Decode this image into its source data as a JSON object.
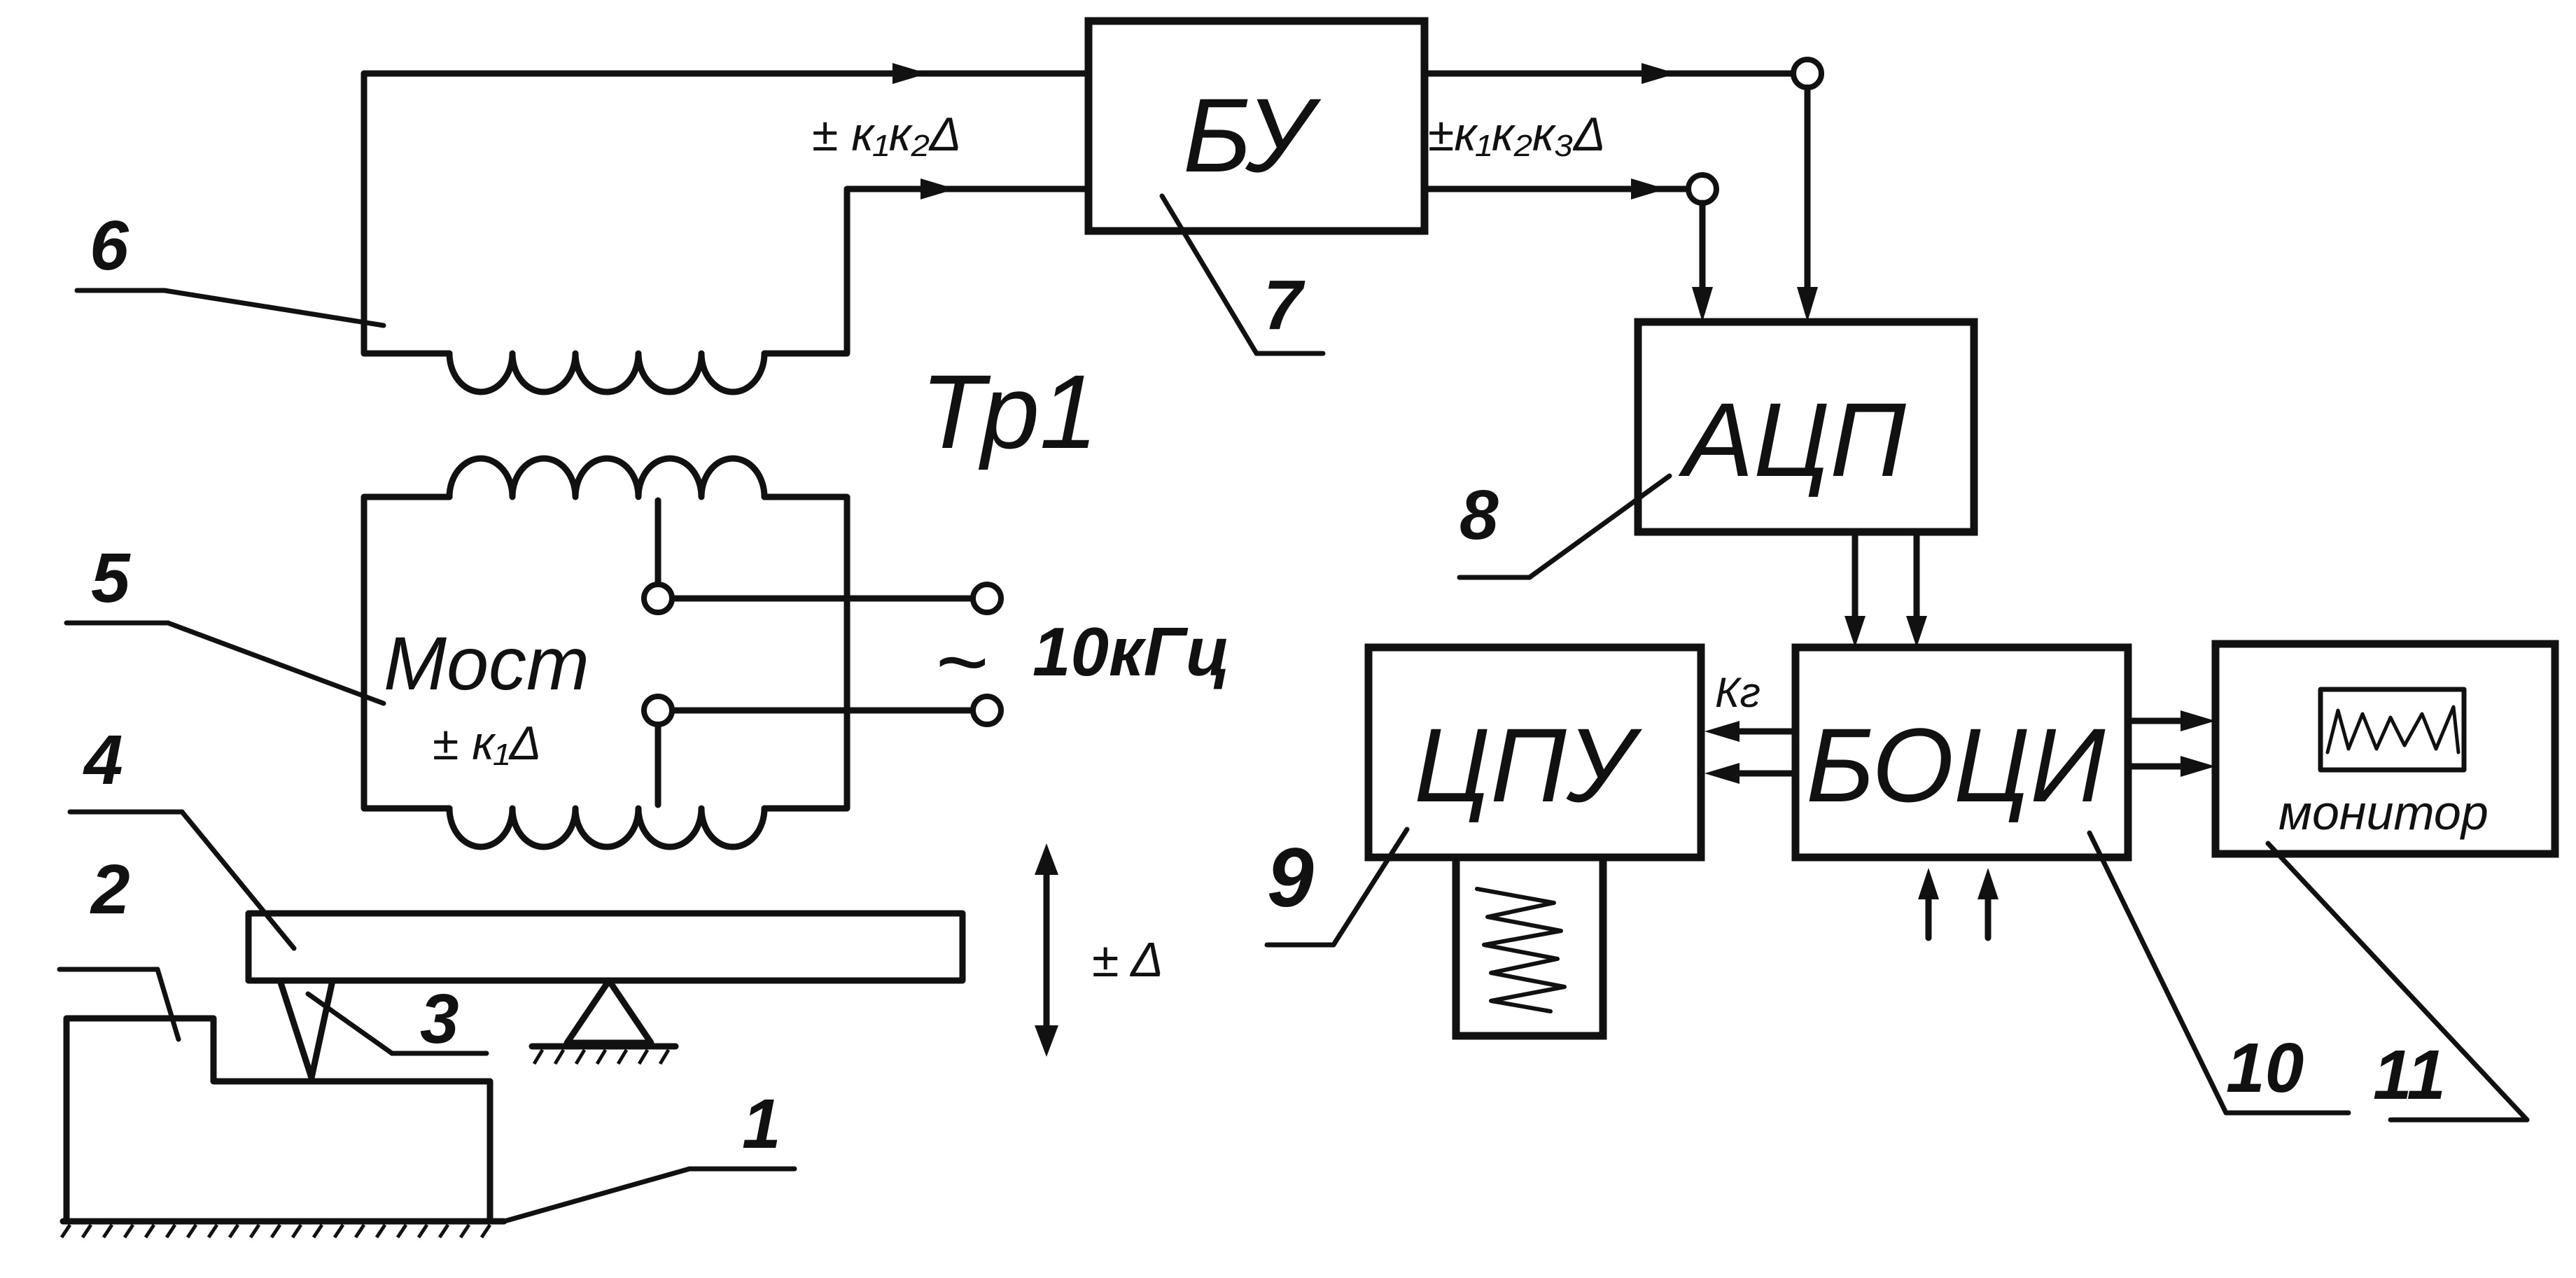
{
  "blocks": {
    "bu": "БУ",
    "adc": "АЦП",
    "cpu": "ЦПУ",
    "boci": "БОЦИ",
    "monitor": "монитор",
    "transformer": "Тр1",
    "bridge": "Мост"
  },
  "signals": {
    "bu_in": "± к₁к₂Δ",
    "bu_out": "±к₁к₂к₃Δ",
    "bridge_out": "± к₁Δ",
    "supply": "~",
    "supply_freq": "10кГц",
    "cpu_feedback": "Кг",
    "displacement": "± Δ"
  },
  "refs": [
    "1",
    "2",
    "3",
    "4",
    "5",
    "6",
    "7",
    "8",
    "9",
    "10",
    "11"
  ]
}
